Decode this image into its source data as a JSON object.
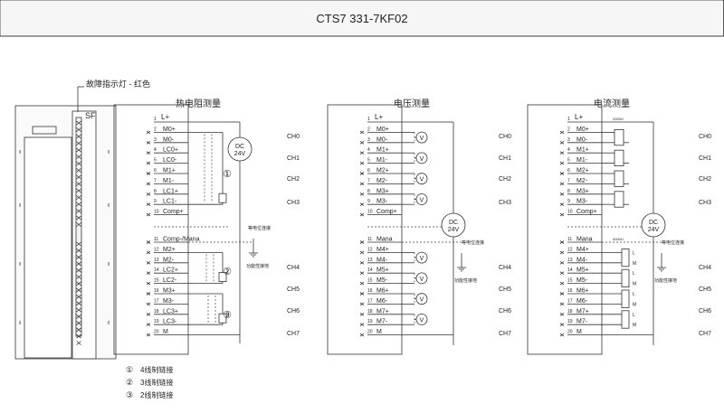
{
  "title": "CTS7 331-7KF02",
  "fault_label": "故障指示灯 - 红色",
  "sf_label": "SF",
  "panels": [
    {
      "title": "热电阻测量",
      "l_plus": "L+",
      "m_label": "M",
      "terminals": [
        {
          "num": "2",
          "label": "M0+"
        },
        {
          "num": "3",
          "label": "M0-"
        },
        {
          "num": "4",
          "label": "LC0+"
        },
        {
          "num": "5",
          "label": "LC0-"
        },
        {
          "num": "6",
          "label": "M1+"
        },
        {
          "num": "7",
          "label": "M1-"
        },
        {
          "num": "8",
          "label": "LC1+"
        },
        {
          "num": "9",
          "label": "LC1-"
        },
        {
          "num": "10",
          "label": "Comp+"
        },
        {
          "num": "11",
          "label": "Comp-/Mana"
        },
        {
          "num": "12",
          "label": "M2+"
        },
        {
          "num": "13",
          "label": "M2-"
        },
        {
          "num": "14",
          "label": "LC2+"
        },
        {
          "num": "15",
          "label": "LC2-"
        },
        {
          "num": "16",
          "label": "M3+"
        },
        {
          "num": "17",
          "label": "M3-"
        },
        {
          "num": "18",
          "label": "LC3+"
        },
        {
          "num": "19",
          "label": "LC3-"
        },
        {
          "num": "20",
          "label": "M"
        }
      ],
      "dc": "DC 24V",
      "equip_label": "等电位连接",
      "ground_label": "功能性接地",
      "markers": [
        "①",
        "②",
        "③"
      ]
    },
    {
      "title": "电压测量",
      "l_plus": "L+",
      "m_label": "M",
      "terminals": [
        {
          "num": "2",
          "label": "M0+"
        },
        {
          "num": "3",
          "label": "M0-"
        },
        {
          "num": "4",
          "label": "M1+"
        },
        {
          "num": "5",
          "label": "M1-"
        },
        {
          "num": "6",
          "label": "M2+"
        },
        {
          "num": "7",
          "label": "M2-"
        },
        {
          "num": "8",
          "label": "M3+"
        },
        {
          "num": "9",
          "label": "M3-"
        },
        {
          "num": "10",
          "label": "Comp+"
        },
        {
          "num": "11",
          "label": "Mana"
        },
        {
          "num": "12",
          "label": "M4+"
        },
        {
          "num": "13",
          "label": "M4-"
        },
        {
          "num": "14",
          "label": "M5+"
        },
        {
          "num": "15",
          "label": "M5-"
        },
        {
          "num": "16",
          "label": "M6+"
        },
        {
          "num": "17",
          "label": "M6-"
        },
        {
          "num": "18",
          "label": "M7+"
        },
        {
          "num": "19",
          "label": "M7-"
        },
        {
          "num": "20",
          "label": "M"
        }
      ],
      "dc": "DC 24V",
      "equip_label": "等电位连接",
      "ground_label": "功能性接地",
      "v_symbol": "V"
    },
    {
      "title": "电流测量",
      "l_plus": "L+",
      "m_label": "M",
      "terminals": [
        {
          "num": "2",
          "label": "M0+"
        },
        {
          "num": "3",
          "label": "M0-"
        },
        {
          "num": "4",
          "label": "M1+"
        },
        {
          "num": "5",
          "label": "M1-"
        },
        {
          "num": "6",
          "label": "M2+"
        },
        {
          "num": "7",
          "label": "M2-"
        },
        {
          "num": "8",
          "label": "M3+"
        },
        {
          "num": "9",
          "label": "M3-"
        },
        {
          "num": "10",
          "label": "Comp+"
        },
        {
          "num": "11",
          "label": "Mana"
        },
        {
          "num": "12",
          "label": "M4+"
        },
        {
          "num": "13",
          "label": "M4-"
        },
        {
          "num": "14",
          "label": "M5+"
        },
        {
          "num": "15",
          "label": "M5-"
        },
        {
          "num": "16",
          "label": "M6+"
        },
        {
          "num": "17",
          "label": "M6-"
        },
        {
          "num": "18",
          "label": "M7+"
        },
        {
          "num": "19",
          "label": "M7-"
        },
        {
          "num": "20",
          "label": "M"
        }
      ],
      "dc": "DC 24V",
      "equip_label": "等电位连接",
      "ground_label": "功能性接地",
      "top_note": "2000U",
      "mid_note": "4000U",
      "coil_l": "L",
      "coil_m": "M"
    }
  ],
  "channels": [
    "CH0",
    "CH1",
    "CH2",
    "CH3",
    "CH4",
    "CH5",
    "CH6",
    "CH7"
  ],
  "legend": [
    {
      "sym": "①",
      "text": "4线制链接"
    },
    {
      "sym": "②",
      "text": "3线制链接"
    },
    {
      "sym": "③",
      "text": "2线制链接"
    }
  ]
}
